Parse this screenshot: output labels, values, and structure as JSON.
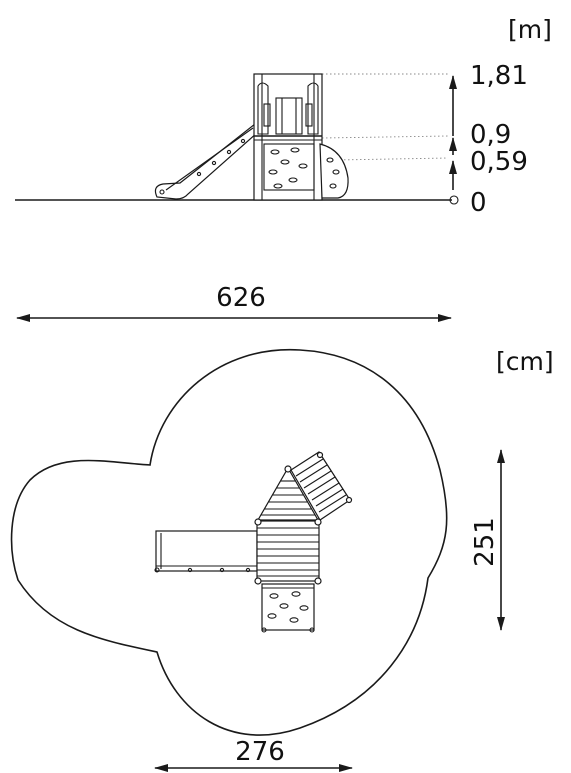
{
  "side_view": {
    "unit": "[m]",
    "heights": [
      {
        "value": 1.81,
        "label": "1,81"
      },
      {
        "value": 0.9,
        "label": "0,9"
      },
      {
        "value": 0.59,
        "label": "0,59"
      },
      {
        "value": 0,
        "label": "0"
      }
    ]
  },
  "dimensions": {
    "overall_length": "626",
    "unit": "[cm]",
    "depth": "251",
    "width": "276"
  }
}
